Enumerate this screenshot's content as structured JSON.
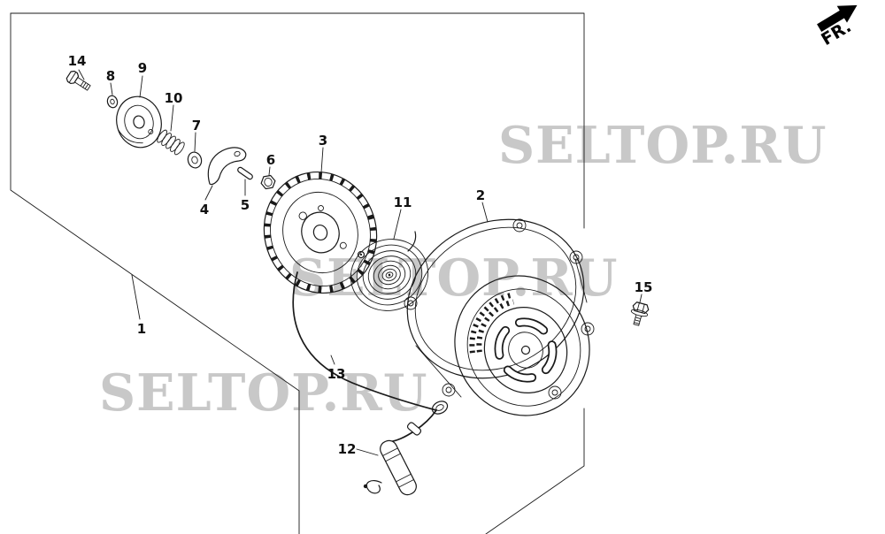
{
  "fr_indicator": {
    "label": "FR."
  },
  "watermark": {
    "text": "SELTOP.RU"
  },
  "callouts": {
    "p1": "1",
    "p2": "2",
    "p3": "3",
    "p4": "4",
    "p5": "5",
    "p6": "6",
    "p7": "7",
    "p8": "8",
    "p9": "9",
    "p10": "10",
    "p11": "11",
    "p12": "12",
    "p13": "13",
    "p14": "14",
    "p15": "15"
  },
  "colors": {
    "line": "#1a1a1a",
    "watermark": "#c8c8c8",
    "background": "#ffffff"
  }
}
